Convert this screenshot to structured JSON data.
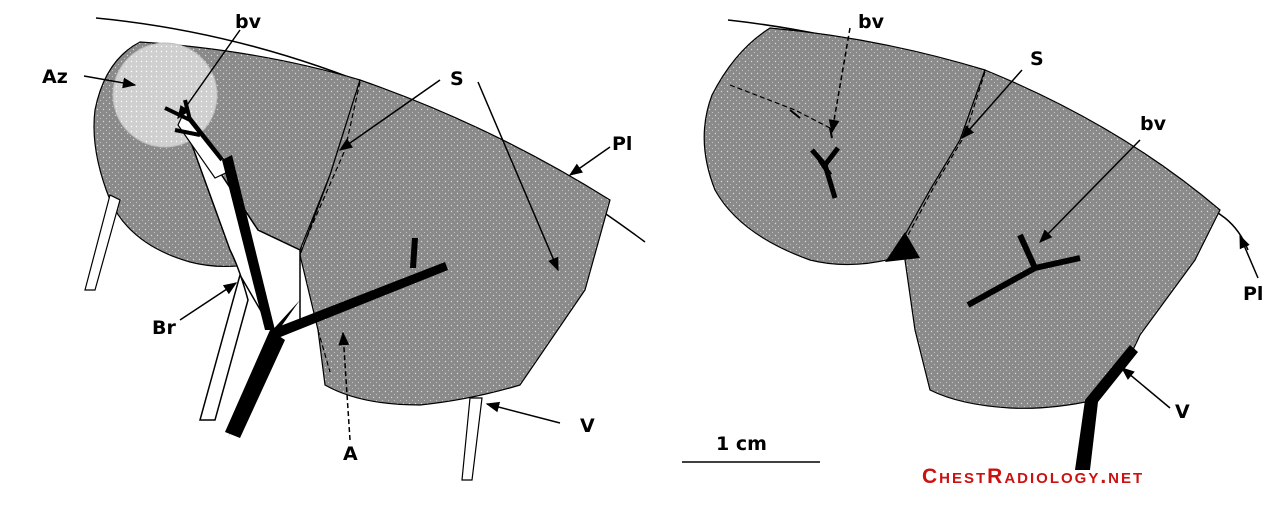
{
  "left_panel": {
    "labels": {
      "az": "Az",
      "bv": "bv",
      "s": "S",
      "pl": "Pl",
      "br": "Br",
      "a": "A",
      "v": "V"
    }
  },
  "right_panel": {
    "labels": {
      "bv_top": "bv",
      "s": "S",
      "bv_mid": "bv",
      "pl": "Pl",
      "v": "V"
    }
  },
  "scale_bar": {
    "label": "1 cm"
  },
  "watermark": {
    "text": "ChestRadiology.net",
    "color": "#cc1111"
  },
  "colors": {
    "lobule_fill": "#8a8a8a",
    "acinus_fill": "#cfcfcf",
    "vessel": "#000000",
    "ink": "#000000"
  }
}
